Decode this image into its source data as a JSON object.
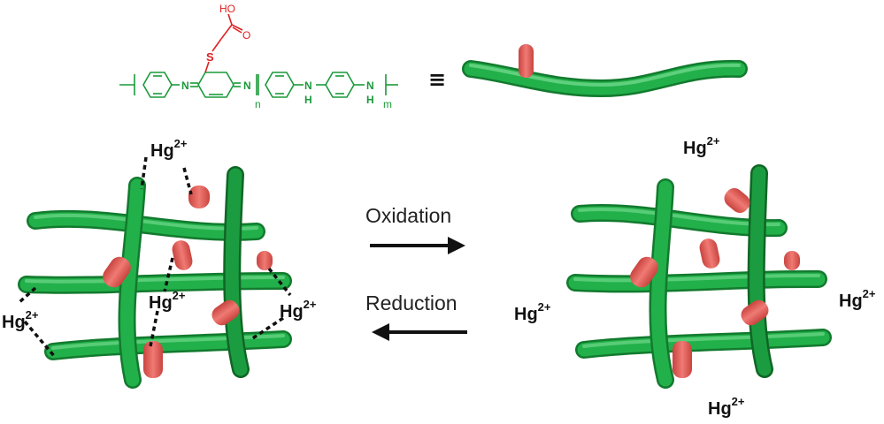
{
  "structure": {
    "left_atom_N1": "N",
    "left_atom_S": "S",
    "right_atom_N2": "N",
    "amine_N1": "N",
    "amine_H1": "H",
    "amine_N2": "N",
    "amine_H2": "H",
    "acid_O": "O",
    "acid_HO": "HO",
    "sub_n": "n",
    "sub_m": "m",
    "equivalent_symbol": "≡"
  },
  "arrows": {
    "oxidation_label": "Oxidation",
    "reduction_label": "Reduction"
  },
  "ions": {
    "symbol": "Hg",
    "charge": "2+"
  },
  "colors": {
    "polymer_green": "#1fae44",
    "polymer_green_dark": "#137a2c",
    "pendant_red": "#e8605c",
    "structure_green": "#1a9a3a",
    "structure_red": "#e02020",
    "bond_black": "#111111"
  }
}
